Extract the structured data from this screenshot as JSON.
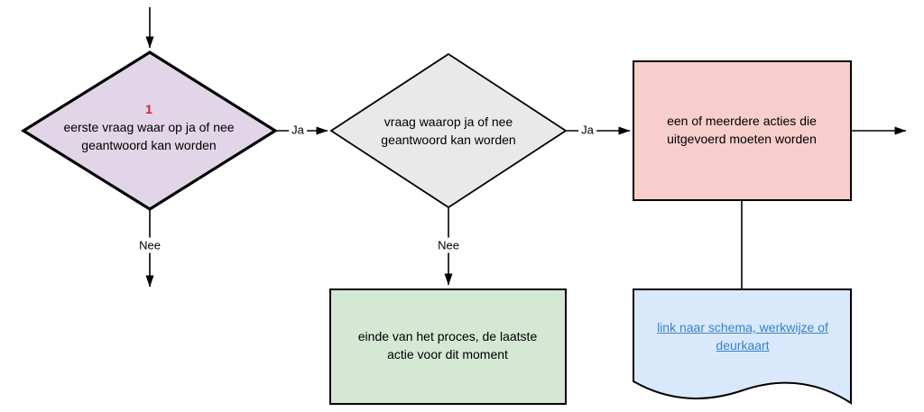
{
  "diagram": {
    "type": "flowchart",
    "background": "#ffffff",
    "nodes": {
      "decision1": {
        "shape": "diamond",
        "number": "1",
        "number_color": "#cc2936",
        "label": "eerste vraag waar op ja of nee geantwoord kan worden",
        "fill": "#e1d5e7"
      },
      "decision2": {
        "shape": "diamond",
        "label": "vraag waarop ja of nee geantwoord kan worden",
        "fill": "#e9e9e9"
      },
      "action": {
        "shape": "rectangle",
        "label": "een of meerdere acties die uitgevoerd moeten worden",
        "fill": "#f8cecc"
      },
      "end": {
        "shape": "rectangle",
        "label": "einde van het proces, de laatste actie voor dit moment",
        "fill": "#d5e8d4"
      },
      "document": {
        "shape": "document",
        "link_label": "link naar schema, werkwijze of deurkaart",
        "link_color": "#3584c6",
        "fill": "#dae8fc"
      }
    },
    "edge_labels": {
      "ja1": "Ja",
      "nee1": "Nee",
      "ja2": "Ja",
      "nee2": "Nee"
    },
    "line_color": "#000000"
  }
}
